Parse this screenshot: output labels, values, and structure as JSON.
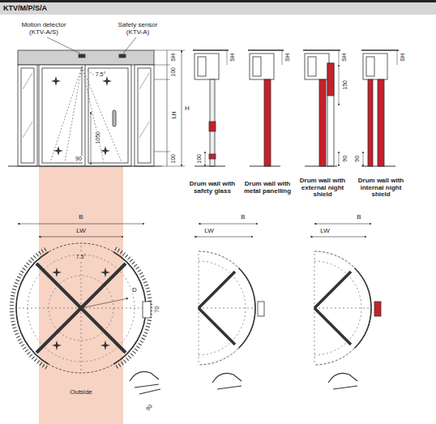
{
  "diagram": {
    "title": "KTV/M/P/S/A",
    "labels": [
      "Motion detector (KTV-A/S)",
      "Safety sensor (KTV-A)",
      "7.5°",
      "1050",
      "90",
      "SH",
      "100",
      "LH",
      "H",
      "100",
      "SH",
      "100",
      "SH",
      "SH",
      "150",
      "90",
      "SH",
      "90",
      "Drum wall with safety glass",
      "Drum wall with metal panelling",
      "Drum wall with external night shield",
      "Drum wall with internal night shield",
      "B",
      "LW",
      "7.5°",
      "D",
      "70",
      "Outside",
      "90",
      "LW",
      "B",
      "LW",
      "B"
    ]
  }
}
